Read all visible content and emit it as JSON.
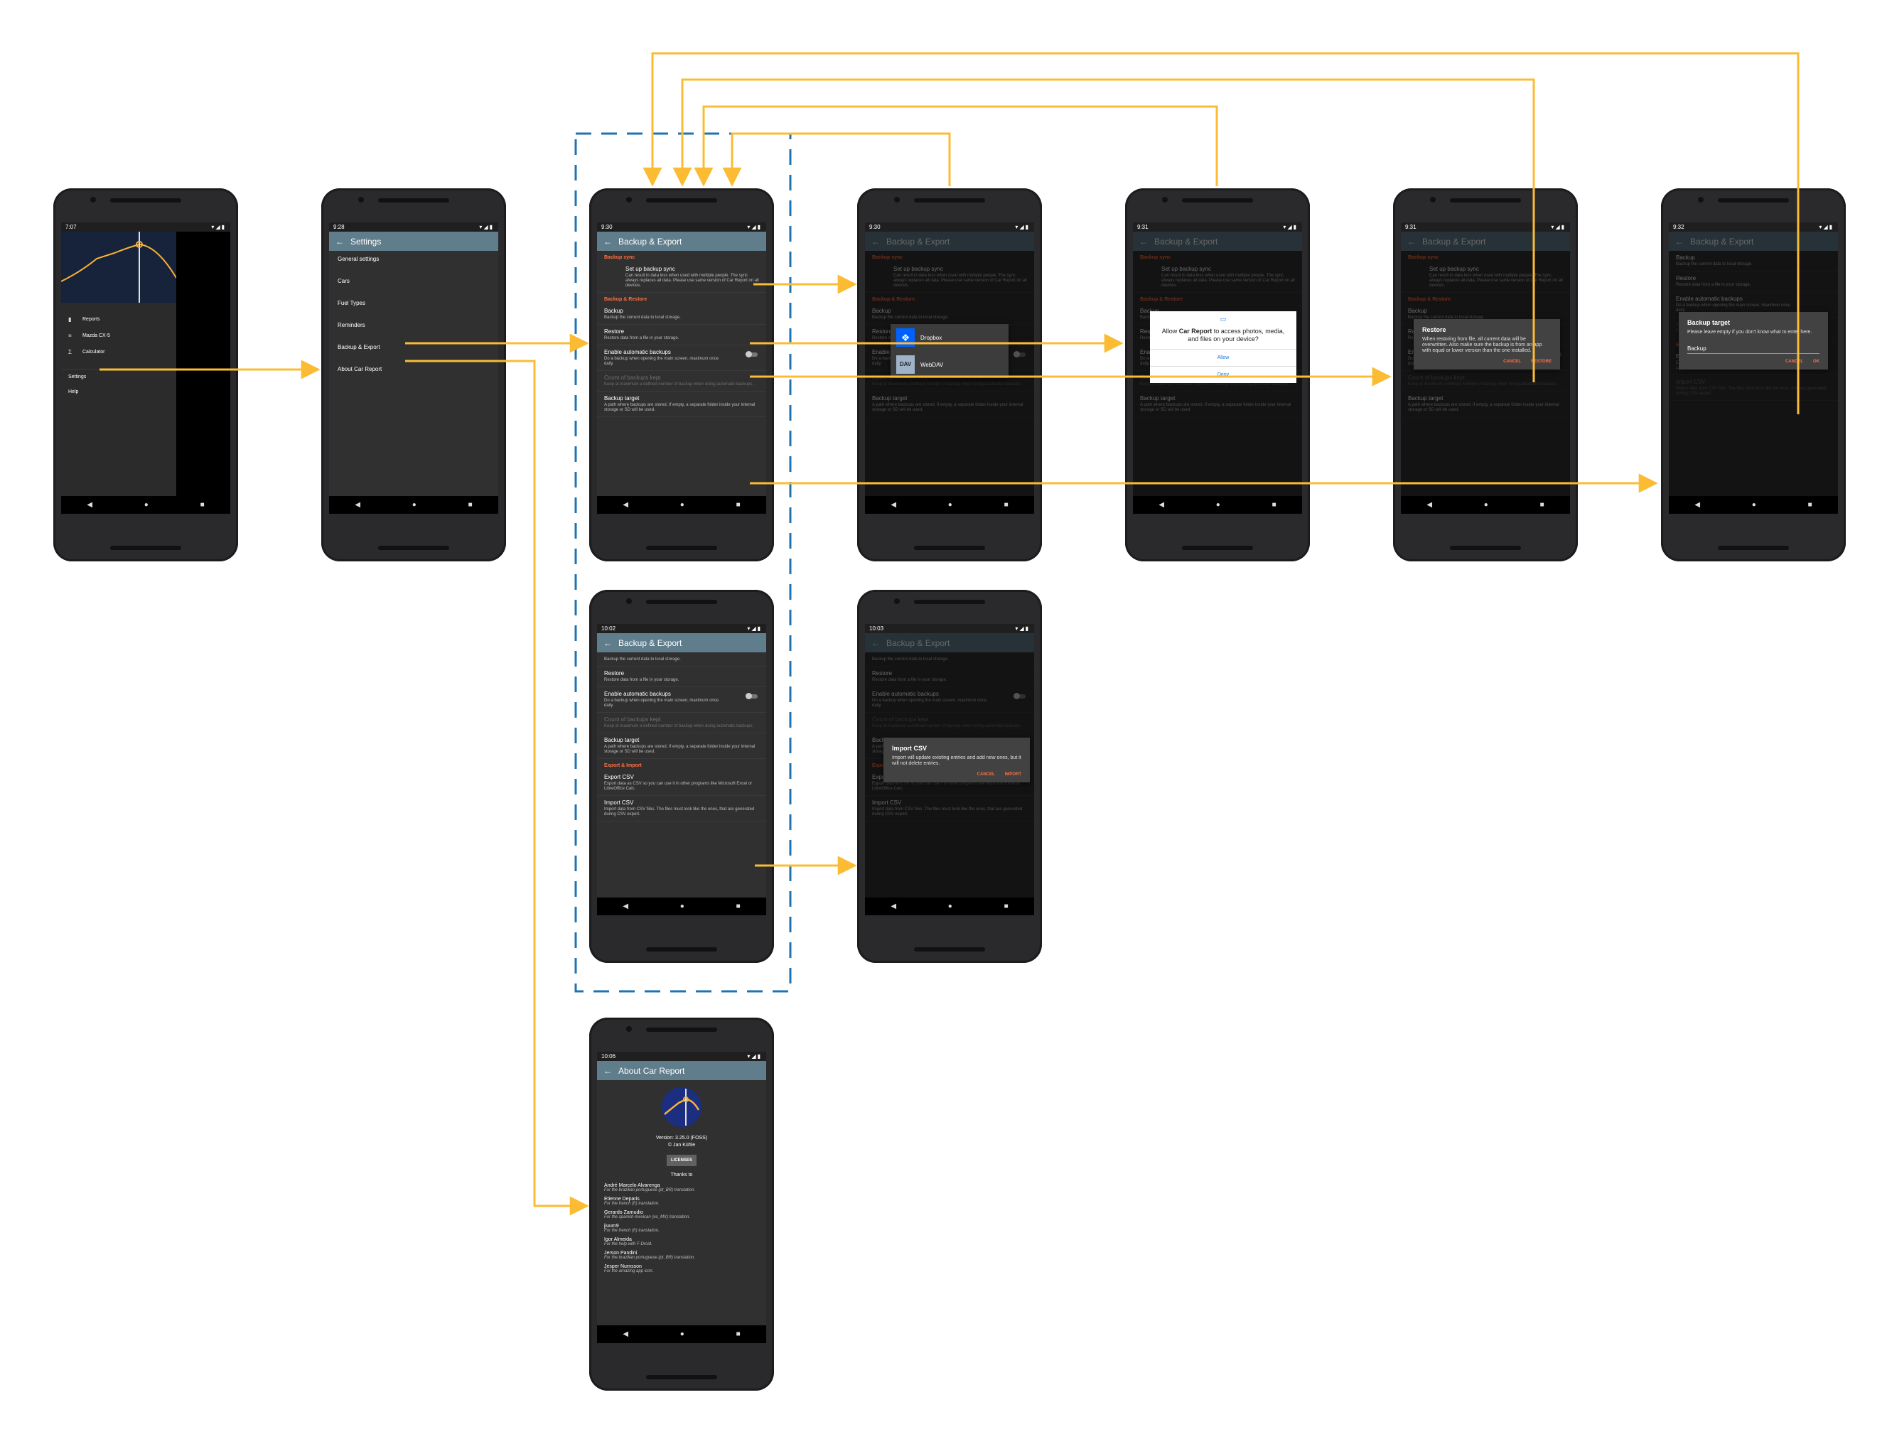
{
  "colors": {
    "arrow": "#fbbc34",
    "group_border": "#1f73b0",
    "app_bar": "#607d8b",
    "accent": "#ff7043"
  },
  "phone1": {
    "time": "7:07",
    "drawer": [
      {
        "icon": "bar-chart-icon",
        "glyph": "▮",
        "label": "Reports"
      },
      {
        "icon": "list-icon",
        "glyph": "≡",
        "label": "Mazda CX-5"
      },
      {
        "icon": "sigma-icon",
        "glyph": "Σ",
        "label": "Calculator"
      },
      {
        "icon": "",
        "glyph": "",
        "label": "Settings"
      },
      {
        "icon": "",
        "glyph": "",
        "label": "Help"
      }
    ]
  },
  "phone2": {
    "time": "9:28",
    "title": "Settings",
    "items": [
      "General settings",
      "Cars",
      "Fuel Types",
      "Reminders",
      "Backup & Export",
      "About Car Report"
    ]
  },
  "backup": {
    "title": "Backup & Export",
    "sec_sync": "Backup sync",
    "sync_t": "Set up backup sync",
    "sync_s": "Can result in data loss when used with multiple people. The sync always replaces all data. Please use same version of Car Report on all devices.",
    "sec_restore": "Backup & Restore",
    "backup_t": "Backup",
    "backup_s": "Backup the current data to local storage.",
    "restore_t": "Restore",
    "restore_s": "Restore data from a file in your storage.",
    "auto_t": "Enable automatic backups",
    "auto_s": "Do a backup when opening the main screen, maximum once daily.",
    "count_t": "Count of backups kept",
    "count_s": "Keep at maximum a defined number of backup when doing automatic backups.",
    "target_t": "Backup target",
    "target_s": "A path where backups are stored. If empty, a separate folder inside your internal storage or SD will be used.",
    "sec_export": "Export & Import",
    "export_t": "Export CSV",
    "export_s": "Export data as CSV so you can use it in other programs like Microsoft Excel or LibreOffice Calc.",
    "import_t": "Import CSV",
    "import_s": "Import data from CSV files. The files must look like the ones, that are generated during CSV export."
  },
  "times": {
    "p3": "9:30",
    "p4": "9:30",
    "p5": "9:31",
    "p6": "9:31",
    "p7": "9:32",
    "p8": "10:02",
    "p9": "10:03",
    "p10": "10:06"
  },
  "chooser": [
    {
      "label": "Dropbox",
      "glyph": "❖"
    },
    {
      "label": "WebDAV",
      "glyph": "DAV"
    }
  ],
  "permission": {
    "text_pre": "Allow ",
    "app": "Car Report",
    "text_post": " to access photos, media, and files on your device?",
    "allow": "Allow",
    "deny": "Deny"
  },
  "restore_dialog": {
    "title": "Restore",
    "body": "When restoring from file, all current data will be overwritten. Also make sure the backup is from an app with equal or lower version than the one installed.",
    "cancel": "CANCEL",
    "ok": "RESTORE"
  },
  "target_dialog": {
    "title": "Backup target",
    "body": "Please leave empty if you don't know what to enter here.",
    "value": "Backup",
    "cancel": "CANCEL",
    "ok": "OK"
  },
  "import_dialog": {
    "title": "Import CSV",
    "body": "Import will update existing entries and add new ones, but it will not delete entries.",
    "cancel": "CANCEL",
    "ok": "IMPORT"
  },
  "about": {
    "title": "About Car Report",
    "version": "Version: 3.25.0 (FOSS)",
    "copyright": "© Jan Kühle",
    "licenses": "LICENSES",
    "thanks": "Thanks to",
    "people": [
      {
        "n": "André Marcelo Alvarenga",
        "d": "For the brazilian portuguese (pt_BR) translation."
      },
      {
        "n": "Etienne Deparis",
        "d": "For the french (fr) translation."
      },
      {
        "n": "Gerardo Zamudio",
        "d": "For the spanish-mexican (es_MX) translation."
      },
      {
        "n": "jiuum9",
        "d": "For the french (fr) translation."
      },
      {
        "n": "Igor Almeida",
        "d": "For the help with F-Droid."
      },
      {
        "n": "Jerson Pandini",
        "d": "For the brazilian portuguese (pt_BR) translation."
      },
      {
        "n": "Jesper Nurnsson",
        "d": "For the amazing app icon."
      }
    ]
  }
}
